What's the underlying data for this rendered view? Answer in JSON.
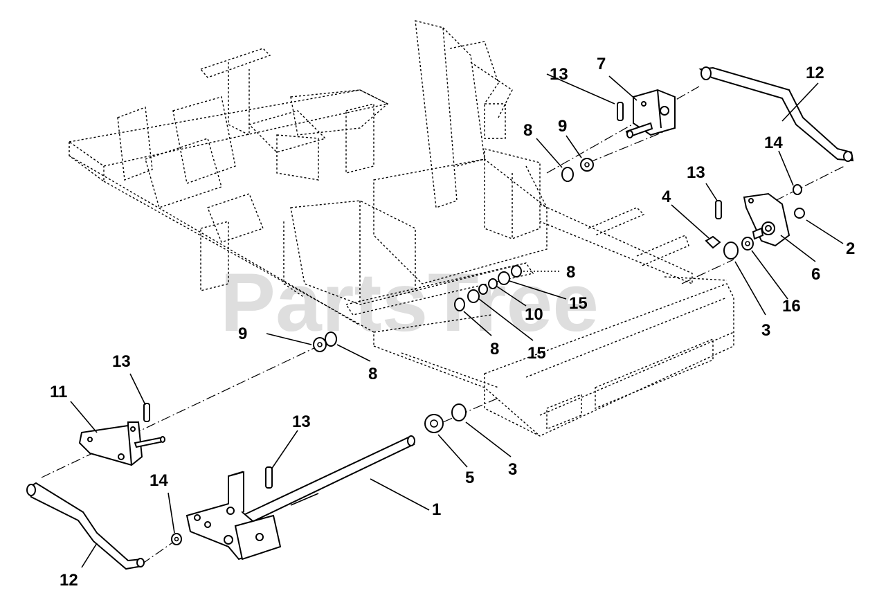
{
  "watermark": "PartsTree",
  "callouts": [
    {
      "id": "c1",
      "text": "1"
    },
    {
      "id": "c2",
      "text": "2"
    },
    {
      "id": "c3a",
      "text": "3"
    },
    {
      "id": "c3b",
      "text": "3"
    },
    {
      "id": "c4",
      "text": "4"
    },
    {
      "id": "c5",
      "text": "5"
    },
    {
      "id": "c6",
      "text": "6"
    },
    {
      "id": "c7",
      "text": "7"
    },
    {
      "id": "c8a",
      "text": "8"
    },
    {
      "id": "c8b",
      "text": "8"
    },
    {
      "id": "c8c",
      "text": "8"
    },
    {
      "id": "c8d",
      "text": "8"
    },
    {
      "id": "c9a",
      "text": "9"
    },
    {
      "id": "c9b",
      "text": "9"
    },
    {
      "id": "c10",
      "text": "10"
    },
    {
      "id": "c11",
      "text": "11"
    },
    {
      "id": "c12a",
      "text": "12"
    },
    {
      "id": "c12b",
      "text": "12"
    },
    {
      "id": "c13a",
      "text": "13"
    },
    {
      "id": "c13b",
      "text": "13"
    },
    {
      "id": "c13c",
      "text": "13"
    },
    {
      "id": "c13d",
      "text": "13"
    },
    {
      "id": "c14a",
      "text": "14"
    },
    {
      "id": "c14b",
      "text": "14"
    },
    {
      "id": "c15a",
      "text": "15"
    },
    {
      "id": "c15b",
      "text": "15"
    },
    {
      "id": "c16",
      "text": "16"
    }
  ]
}
